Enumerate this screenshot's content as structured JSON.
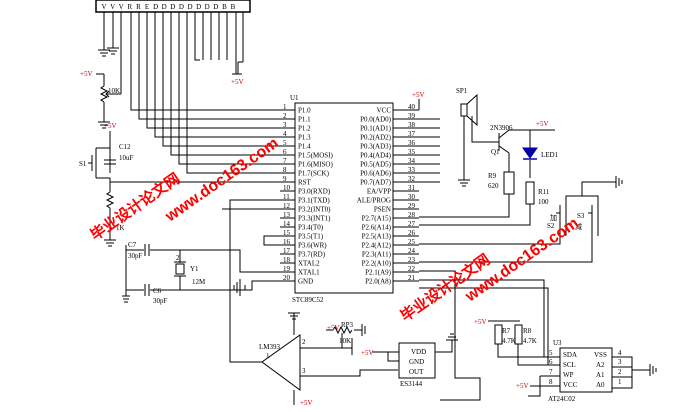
{
  "mcu": {
    "ref": "U1",
    "part": "STC89C52",
    "left_pins": [
      {
        "num": "1",
        "name": "P1.0"
      },
      {
        "num": "2",
        "name": "P1.1"
      },
      {
        "num": "3",
        "name": "P1.2"
      },
      {
        "num": "4",
        "name": "P1.3"
      },
      {
        "num": "5",
        "name": "P1.4"
      },
      {
        "num": "6",
        "name": "P1.5(MOSI)"
      },
      {
        "num": "7",
        "name": "P1.6(MISO)"
      },
      {
        "num": "8",
        "name": "P1.7(SCK)"
      },
      {
        "num": "9",
        "name": "RST"
      },
      {
        "num": "10",
        "name": "P3.0(RXD)"
      },
      {
        "num": "11",
        "name": "P3.1(TXD)"
      },
      {
        "num": "12",
        "name": "P3.2(INT0)"
      },
      {
        "num": "13",
        "name": "P3.3(INT1)"
      },
      {
        "num": "14",
        "name": "P3.4(T0)"
      },
      {
        "num": "15",
        "name": "P3.5(T1)"
      },
      {
        "num": "16",
        "name": "P3.6(WR)"
      },
      {
        "num": "17",
        "name": "P3.7(RD)"
      },
      {
        "num": "18",
        "name": "XTAL2"
      },
      {
        "num": "19",
        "name": "XTAL1"
      },
      {
        "num": "20",
        "name": "GND"
      }
    ],
    "right_pins": [
      {
        "num": "40",
        "name": "VCC"
      },
      {
        "num": "39",
        "name": "P0.0(AD0)"
      },
      {
        "num": "38",
        "name": "P0.1(AD1)"
      },
      {
        "num": "37",
        "name": "P0.2(AD2)"
      },
      {
        "num": "36",
        "name": "P0.3(AD3)"
      },
      {
        "num": "35",
        "name": "P0.4(AD4)"
      },
      {
        "num": "34",
        "name": "P0.5(AD5)"
      },
      {
        "num": "33",
        "name": "P0.6(AD6)"
      },
      {
        "num": "32",
        "name": "P0.7(AD7)"
      },
      {
        "num": "31",
        "name": "EA/VPP"
      },
      {
        "num": "30",
        "name": "ALE/PROG"
      },
      {
        "num": "29",
        "name": "PSEN"
      },
      {
        "num": "28",
        "name": "P2.7(A15)"
      },
      {
        "num": "27",
        "name": "P2.6(A14)"
      },
      {
        "num": "26",
        "name": "P2.5(A13)"
      },
      {
        "num": "25",
        "name": "P2.4(A12)"
      },
      {
        "num": "24",
        "name": "P2.3(A11)"
      },
      {
        "num": "23",
        "name": "P2.2(A10)"
      },
      {
        "num": "22",
        "name": "P2.1(A9)"
      },
      {
        "num": "21",
        "name": "P2.0(A8)"
      }
    ]
  },
  "lcd_header_pins": [
    "V",
    "V",
    "V",
    "R",
    "R",
    "E",
    "D",
    "D",
    "D",
    "D",
    "D",
    "D",
    "D",
    "D",
    "B",
    "B"
  ],
  "labels": {
    "vcc_lcd": "+5V",
    "pot_lcd": "10K",
    "vcc_lcd2": "+5V",
    "vcc_reset": "+5V",
    "sw_reset": "S1",
    "c12_ref": "C12",
    "c12_val": "10uF",
    "r_reset": "1K",
    "c7_ref": "C7",
    "c7_val": "30pF",
    "c6_ref": "C6",
    "c6_val": "30pF",
    "y1_ref": "Y1",
    "y1_val": "12M",
    "vcc_mcu": "+5V",
    "buzzer_ref": "SP1",
    "q1_part": "2N3906",
    "q1_ref": "Q1",
    "led_ref": "LED1",
    "r9_ref": "R9",
    "r9_val": "620",
    "r11_ref": "R11",
    "r11_val": "100",
    "s2_ref": "S2",
    "s2_text": "加",
    "s3_ref": "S3",
    "s3_text": "减",
    "comparator": "LM393",
    "rp3_ref": "RP3",
    "rp3_val": "10K",
    "vcc_comp": "+5V",
    "vcc_sensor": "+5V",
    "sensor_part": "ES3144",
    "sensor_vdd": "VDD",
    "sensor_gnd": "GND",
    "sensor_out": "OUT",
    "pin1": "1",
    "pin2": "2",
    "pin3": "3",
    "vcc_pullup": "+5V",
    "r7_ref": "R7",
    "r7_val": "4.7K",
    "r8_ref": "R8",
    "r8_val": "4.7K",
    "eeprom_ref": "U3",
    "eeprom_part": "AT24C02",
    "vcc_eeprom": "+5V",
    "ee_sda": "SDA",
    "ee_scl": "SCL",
    "ee_wp": "WP",
    "ee_vcc": "VCC",
    "ee_vss": "VSS",
    "ee_a2": "A2",
    "ee_a1": "A1",
    "ee_a0": "A0",
    "ee_p5": "5",
    "ee_p6": "6",
    "ee_p7": "7",
    "ee_p8": "8",
    "ee_p4": "4",
    "ee_p3": "3",
    "ee_p2": "2",
    "ee_p1": "1"
  },
  "watermarks": {
    "url": "www.doc163.com",
    "cn": "毕业设计论文网"
  }
}
